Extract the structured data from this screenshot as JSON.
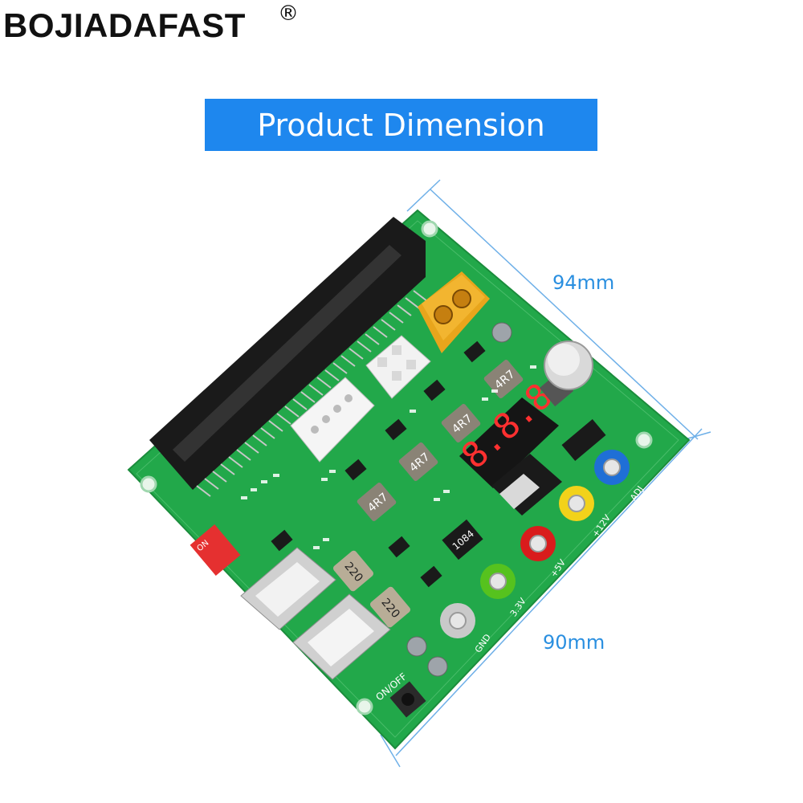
{
  "brand": {
    "name": "BOJIADAFAST",
    "registered": "®"
  },
  "banner": {
    "title": "Product Dimension"
  },
  "dimensions": {
    "side_a": "94mm",
    "side_b": "90mm"
  },
  "board": {
    "inductors": [
      "4R7",
      "4R7",
      "4R7",
      "4R7"
    ],
    "coils": [
      "220",
      "220"
    ],
    "regulator": "1084",
    "display_digits": "8.8.8",
    "dip_switch": "ON",
    "terminals": [
      {
        "label": "ADJ",
        "color": "#1f6fd6"
      },
      {
        "label": "+12V",
        "color": "#f2d21a"
      },
      {
        "label": "+5V",
        "color": "#d91c1c"
      },
      {
        "label": "3.3V",
        "color": "#56c21e"
      },
      {
        "label": "GND",
        "color": "#c9c9c9"
      }
    ],
    "power_button": "ON/OFF",
    "pcb_color": "#22a84a"
  }
}
